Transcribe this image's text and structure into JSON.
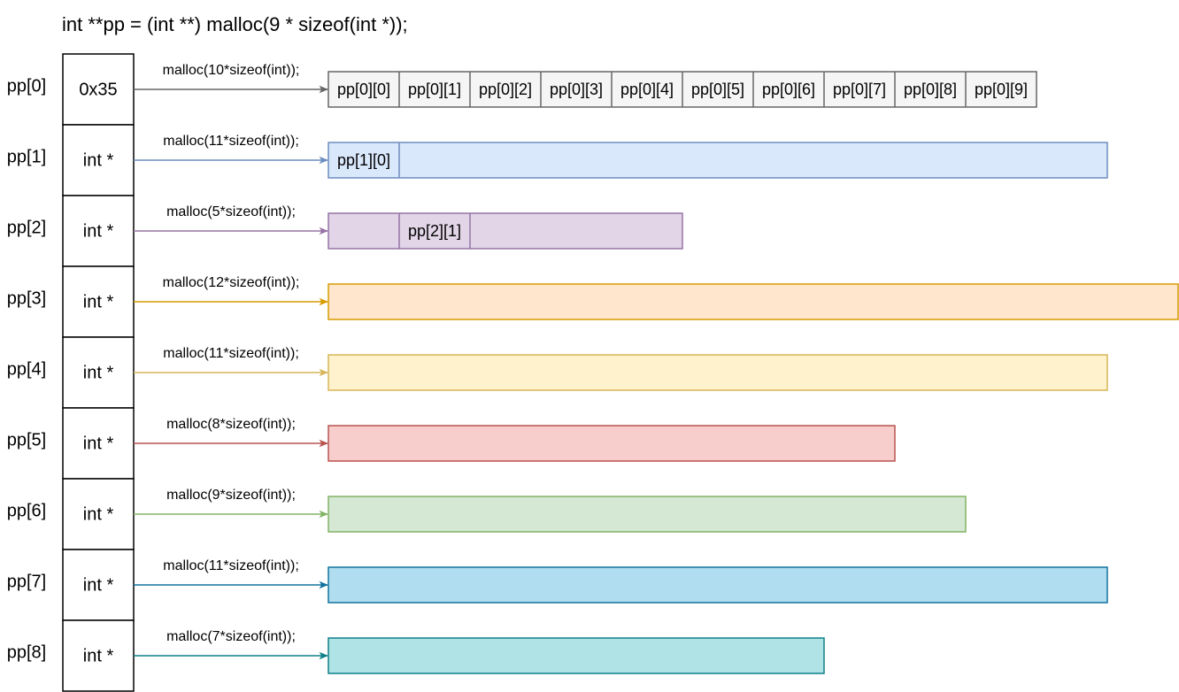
{
  "code_line": "int **pp = (int **) malloc(9 * sizeof(int *));",
  "rows": [
    {
      "label": "pp[0]",
      "pointer": "0x35",
      "alloc": "malloc(10*sizeof(int));",
      "cells": 10,
      "fill": "#f5f5f5",
      "stroke": "#666666",
      "cell_labels": [
        {
          "index": 0,
          "text": "pp[0][0]"
        },
        {
          "index": 1,
          "text": "pp[0][1]"
        },
        {
          "index": 2,
          "text": "pp[0][2]"
        },
        {
          "index": 3,
          "text": "pp[0][3]"
        },
        {
          "index": 4,
          "text": "pp[0][4]"
        },
        {
          "index": 5,
          "text": "pp[0][5]"
        },
        {
          "index": 6,
          "text": "pp[0][6]"
        },
        {
          "index": 7,
          "text": "pp[0][7]"
        },
        {
          "index": 8,
          "text": "pp[0][8]"
        },
        {
          "index": 9,
          "text": "pp[0][9]"
        }
      ],
      "dividers": [
        1,
        2,
        3,
        4,
        5,
        6,
        7,
        8,
        9
      ]
    },
    {
      "label": "pp[1]",
      "pointer": "int *",
      "alloc": "malloc(11*sizeof(int));",
      "cells": 11,
      "fill": "#dae8fc",
      "stroke": "#6c8ebf",
      "cell_labels": [
        {
          "index": 0,
          "text": "pp[1][0]"
        }
      ],
      "dividers": [
        1
      ]
    },
    {
      "label": "pp[2]",
      "pointer": "int *",
      "alloc": "malloc(5*sizeof(int));",
      "cells": 5,
      "fill": "#e1d5e7",
      "stroke": "#9673a6",
      "cell_labels": [
        {
          "index": 1,
          "text": "pp[2][1]"
        }
      ],
      "dividers": [
        1,
        2
      ]
    },
    {
      "label": "pp[3]",
      "pointer": "int *",
      "alloc": "malloc(12*sizeof(int));",
      "cells": 12,
      "fill": "#ffe6cc",
      "stroke": "#d79b00",
      "cell_labels": [],
      "dividers": []
    },
    {
      "label": "pp[4]",
      "pointer": "int *",
      "alloc": "malloc(11*sizeof(int));",
      "cells": 11,
      "fill": "#fff2cc",
      "stroke": "#d6b656",
      "cell_labels": [],
      "dividers": []
    },
    {
      "label": "pp[5]",
      "pointer": "int *",
      "alloc": "malloc(8*sizeof(int));",
      "cells": 8,
      "fill": "#f8cecc",
      "stroke": "#b85450",
      "cell_labels": [],
      "dividers": []
    },
    {
      "label": "pp[6]",
      "pointer": "int *",
      "alloc": "malloc(9*sizeof(int));",
      "cells": 9,
      "fill": "#d5e8d4",
      "stroke": "#82b366",
      "cell_labels": [],
      "dividers": []
    },
    {
      "label": "pp[7]",
      "pointer": "int *",
      "alloc": "malloc(11*sizeof(int));",
      "cells": 11,
      "fill": "#b1ddf0",
      "stroke": "#10739e",
      "cell_labels": [],
      "dividers": []
    },
    {
      "label": "pp[8]",
      "pointer": "int *",
      "alloc": "malloc(7*sizeof(int));",
      "cells": 7,
      "fill": "#b0e3e6",
      "stroke": "#0e8088",
      "cell_labels": [],
      "dividers": []
    }
  ],
  "pointer_box": {
    "fill": "#ffffff",
    "stroke": "#000000"
  }
}
